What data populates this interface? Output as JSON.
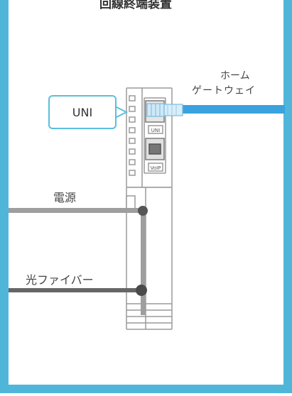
{
  "diagram": {
    "top_title": "回線終端装置",
    "uni_callout": "UNI",
    "port_uni_label": "UNI",
    "port_voip_label": "VoIP",
    "gateway_label_line1": "ホーム",
    "gateway_label_line2": "ゲートウェイ",
    "power_label": "電源",
    "fiber_label": "光ファイバー"
  },
  "colors": {
    "frame": "#4fb6da",
    "lan_cable": "#3aa2de",
    "callout_border": "#5bbfdc",
    "power_cable": "#9e9e9e",
    "fiber_cable": "#666666",
    "device_outline": "#9a9a9a"
  }
}
